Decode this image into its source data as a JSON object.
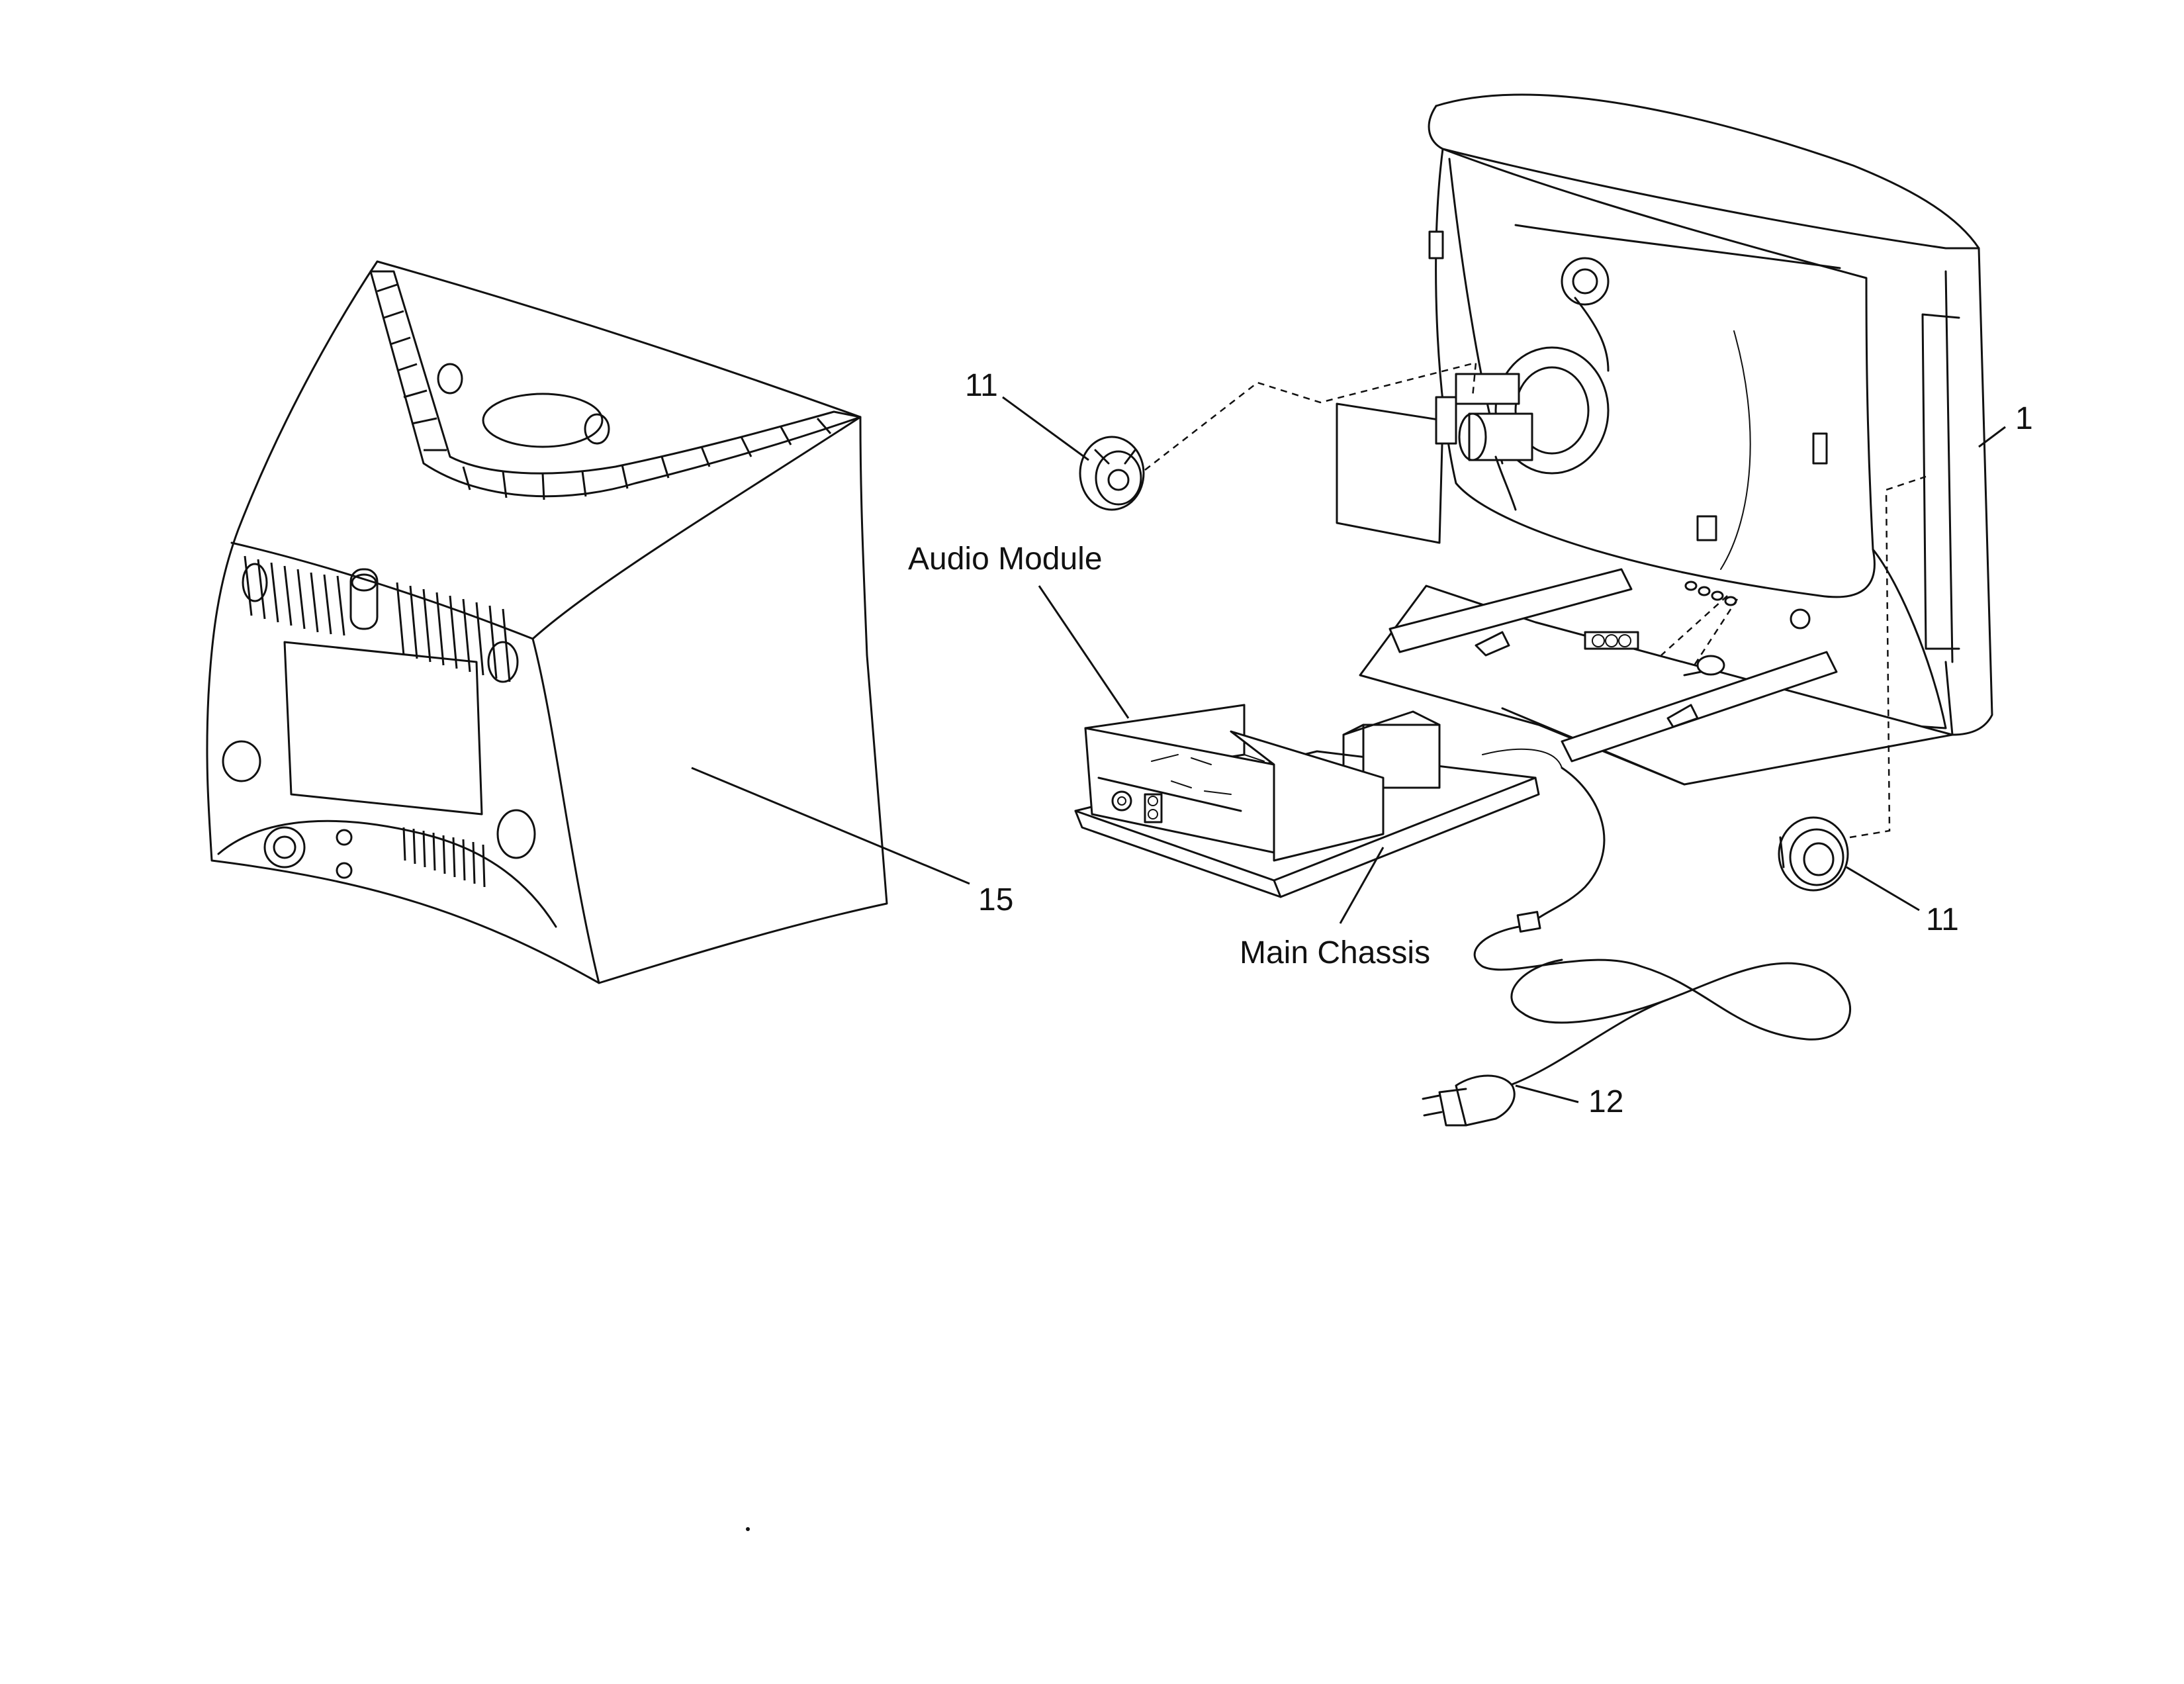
{
  "labels": {
    "audio_module": "Audio Module",
    "main_chassis": "Main Chassis",
    "part_11_top": "11",
    "part_11_bottom": "11",
    "part_1": "1",
    "part_15": "15",
    "part_12": "12"
  }
}
